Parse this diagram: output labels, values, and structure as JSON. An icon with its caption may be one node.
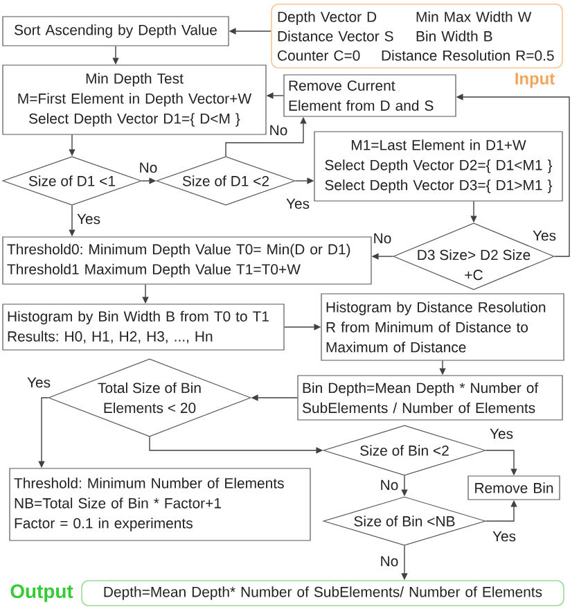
{
  "diagram": {
    "nodes": [
      {
        "text": [
          "Depth Vector D",
          "Min Max Width W",
          "Distance Vector S",
          "Bin Width B",
          "Counter C=0",
          "Distance Resolution R=0.5"
        ],
        "beside": [
          "Input"
        ]
      },
      {
        "text": [
          "Sort Ascending by Depth Value"
        ]
      },
      {
        "text": [
          "Min Depth Test",
          "M=First Element in Depth Vector+W",
          "Select Depth Vector D1={ D<M }"
        ]
      },
      {
        "text": [
          "Remove Current Element from D and S"
        ]
      },
      {
        "text": [
          "Size of D1 <1"
        ]
      },
      {
        "text": [
          "Size of D1 <2"
        ]
      },
      {
        "text": [
          "M1=Last Element in D1+W",
          "Select Depth Vector D2={ D1<M1 }",
          "Select Depth Vector D3={ D1>M1 }"
        ]
      },
      {
        "text": [
          "Threshold0: Minimum Depth Value T0= Min(D or D1)",
          "Threshold1 Maximum Depth Value T1=T0+W"
        ]
      },
      {
        "text": [
          "D3 Size> D2 Size +C"
        ]
      },
      {
        "text": [
          "Histogram by Bin Width B from T0 to T1",
          "Results: H0, H1, H2, H3, ..., Hn"
        ]
      },
      {
        "text": [
          "Histogram by Distance Resolution R from Minimum of Distance to Maximum of Distance"
        ]
      },
      {
        "text": [
          "Bin Depth=Mean Depth * Number of SubElements / Number of Elements"
        ]
      },
      {
        "text": [
          "Total Size of Bin Elements < 20"
        ]
      },
      {
        "text": [
          "Size of Bin <2"
        ]
      },
      {
        "text": [
          "Threshold: Minimum Number of Elements",
          "NB=Total Size of Bin * Factor+1",
          "Factor = 0.1 in experiments"
        ]
      },
      {
        "text": [
          "Remove Bin"
        ]
      },
      {
        "text": [
          "Size of Bin <NB"
        ]
      },
      {
        "text": [
          "Depth=Mean Depth* Number of SubElements/ Number of Elements"
        ],
        "beside": [
          "Output"
        ]
      }
    ],
    "edges": [
      {
        "from": 0,
        "to": 1,
        "arrow": "to"
      },
      {
        "from": 1,
        "to": 2,
        "arrow": "to"
      },
      {
        "from": 2,
        "to": 4,
        "arrow": "to"
      },
      {
        "from": 4,
        "to": 5,
        "arrow": "to",
        "label": "No"
      },
      {
        "from": 5,
        "to": 3,
        "arrow": "to",
        "label": "No"
      },
      {
        "from": 3,
        "to": 2,
        "arrow": "to"
      },
      {
        "from": 5,
        "to": 6,
        "arrow": "to",
        "label": "Yes"
      },
      {
        "from": 4,
        "to": 7,
        "arrow": "to",
        "label": "Yes"
      },
      {
        "from": 6,
        "to": 8,
        "arrow": "to"
      },
      {
        "from": 8,
        "to": 7,
        "arrow": "to",
        "label": "No"
      },
      {
        "from": 8,
        "to": 3,
        "arrow": "to",
        "label": "Yes"
      },
      {
        "from": 7,
        "to": 9,
        "arrow": "to"
      },
      {
        "from": 9,
        "to": 10,
        "arrow": "to"
      },
      {
        "from": 10,
        "to": 11,
        "arrow": "to"
      },
      {
        "from": 11,
        "to": 12,
        "arrow": "to"
      },
      {
        "from": 12,
        "to": 14,
        "arrow": "to",
        "label": "Yes"
      },
      {
        "from": 12,
        "to": 13,
        "arrow": "to"
      },
      {
        "from": 13,
        "to": 15,
        "arrow": "to",
        "label": "Yes"
      },
      {
        "from": 13,
        "to": 16,
        "arrow": "to",
        "label": "No"
      },
      {
        "from": 16,
        "to": 15,
        "arrow": "to",
        "label": "Yes"
      },
      {
        "from": 16,
        "to": 17,
        "arrow": "to",
        "label": "No"
      }
    ]
  }
}
